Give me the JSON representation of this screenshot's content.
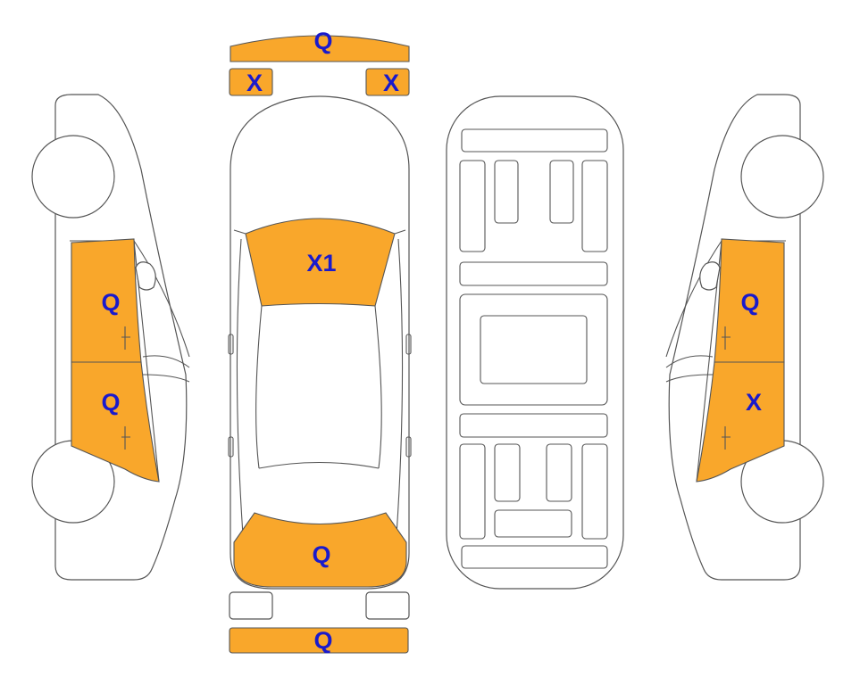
{
  "colors": {
    "damage_fill": "#f9a72b",
    "label_text": "#1a1acc",
    "outline": "#555555",
    "background": "#ffffff"
  },
  "labels": {
    "front_bumper": "Q",
    "headlight_left": "X",
    "headlight_right": "X",
    "hood": "X1",
    "trunk": "Q",
    "rear_bumper": "Q",
    "left_front_door": "Q",
    "left_rear_door": "Q",
    "right_front_door": "Q",
    "right_rear_door": "X"
  }
}
